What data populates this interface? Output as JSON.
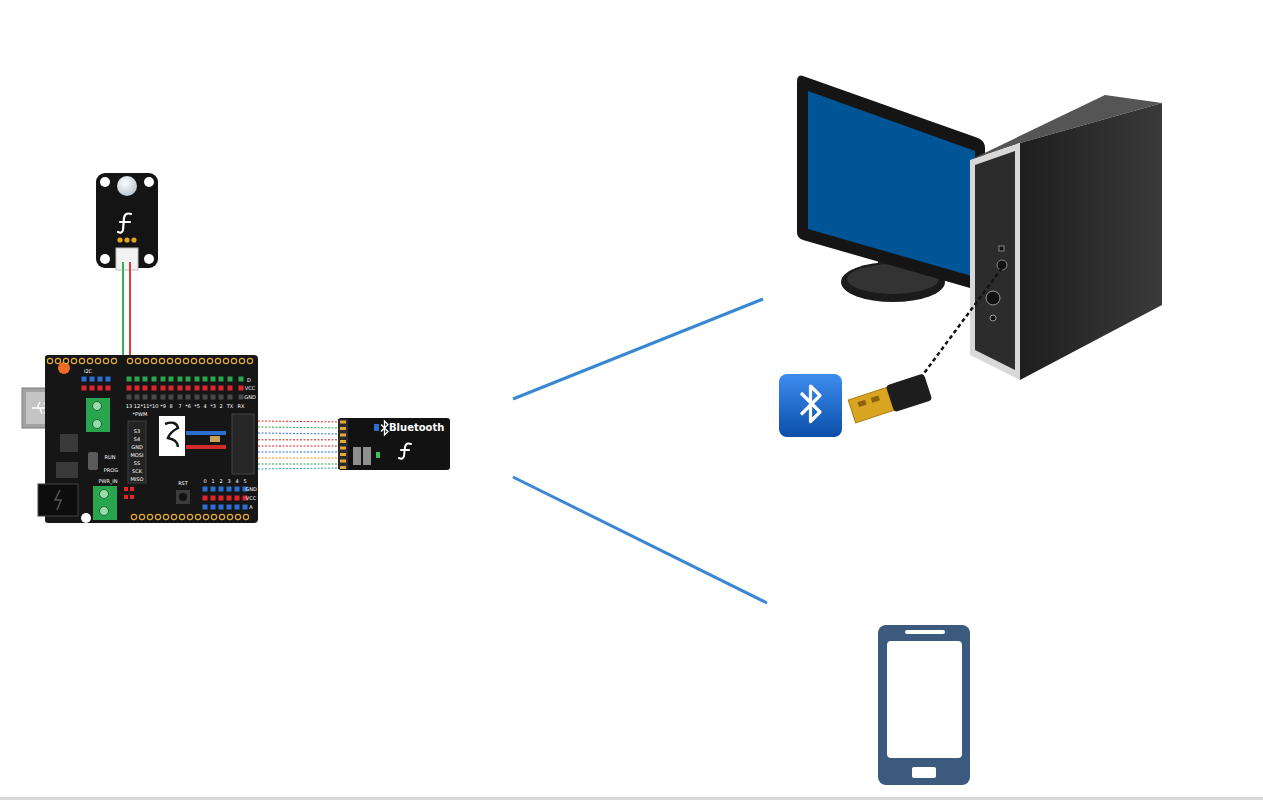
{
  "diagram": {
    "nodes": [
      {
        "text": [
          "I2C",
          "13",
          "12",
          "*11",
          "*10",
          "*9",
          "8",
          "7",
          "*6",
          "*5",
          "4",
          "*3",
          "2",
          "TX",
          "RX",
          "D",
          "VCC",
          "GND",
          "*PWM",
          "S3",
          "S4",
          "GND",
          "MOSI",
          "SS",
          "SCK",
          "MISO",
          "RUN",
          "PROG",
          "PWR_IN",
          "RST",
          "0",
          "1",
          "2",
          "3",
          "4",
          "5",
          "GND",
          "VCC",
          "A"
        ]
      },
      {
        "text": [
          "Bluetooth"
        ]
      }
    ],
    "edges": [
      {
        "from": 0,
        "to": 1,
        "arrow": "none"
      }
    ]
  }
}
